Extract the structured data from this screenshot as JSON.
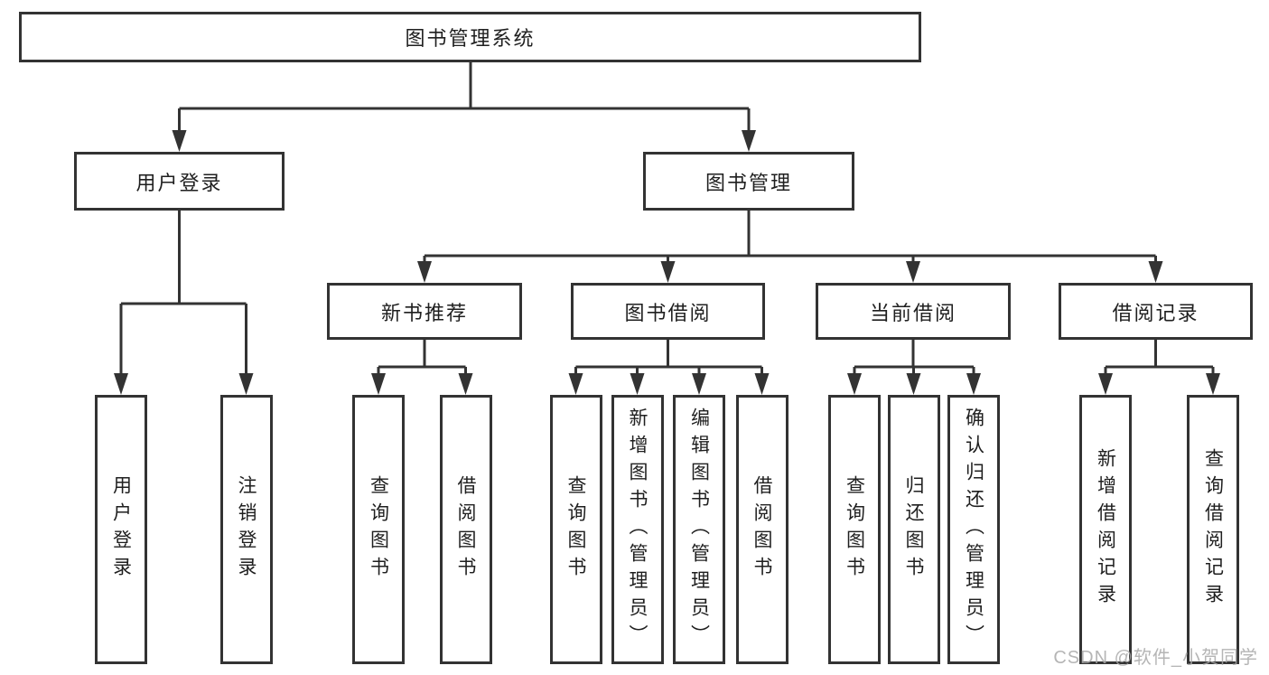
{
  "diagram": {
    "root": {
      "label": "图书管理系统"
    },
    "level2": [
      {
        "id": "user-login",
        "label": "用户登录"
      },
      {
        "id": "book-management",
        "label": "图书管理"
      }
    ],
    "level3": [
      {
        "id": "new-book-recommend",
        "label": "新书推荐",
        "parent": "图书管理"
      },
      {
        "id": "book-borrowing",
        "label": "图书借阅",
        "parent": "图书管理"
      },
      {
        "id": "current-borrowing",
        "label": "当前借阅",
        "parent": "图书管理"
      },
      {
        "id": "borrowing-records",
        "label": "借阅记录",
        "parent": "图书管理"
      }
    ],
    "level4": [
      {
        "parent": "用户登录",
        "label": "用户登录"
      },
      {
        "parent": "用户登录",
        "label": "注销登录"
      },
      {
        "parent": "新书推荐",
        "label": "查询图书"
      },
      {
        "parent": "新书推荐",
        "label": "借阅图书"
      },
      {
        "parent": "图书借阅",
        "label": "查询图书"
      },
      {
        "parent": "图书借阅",
        "label": "新增图书（管理员）"
      },
      {
        "parent": "图书借阅",
        "label": "编辑图书（管理员）"
      },
      {
        "parent": "图书借阅",
        "label": "借阅图书"
      },
      {
        "parent": "当前借阅",
        "label": "查询图书"
      },
      {
        "parent": "当前借阅",
        "label": "归还图书"
      },
      {
        "parent": "当前借阅",
        "label": "确认归还（管理员）"
      },
      {
        "parent": "借阅记录",
        "label": "新增借阅记录"
      },
      {
        "parent": "借阅记录",
        "label": "查询借阅记录"
      }
    ]
  },
  "watermark": {
    "text": "CSDN @软件_小贺同学"
  },
  "colors": {
    "line": "#333333",
    "text": "#1f1f1f",
    "box_background": "#ffffff",
    "watermark": "#a8a8a8",
    "page_background": "#ffffff"
  }
}
